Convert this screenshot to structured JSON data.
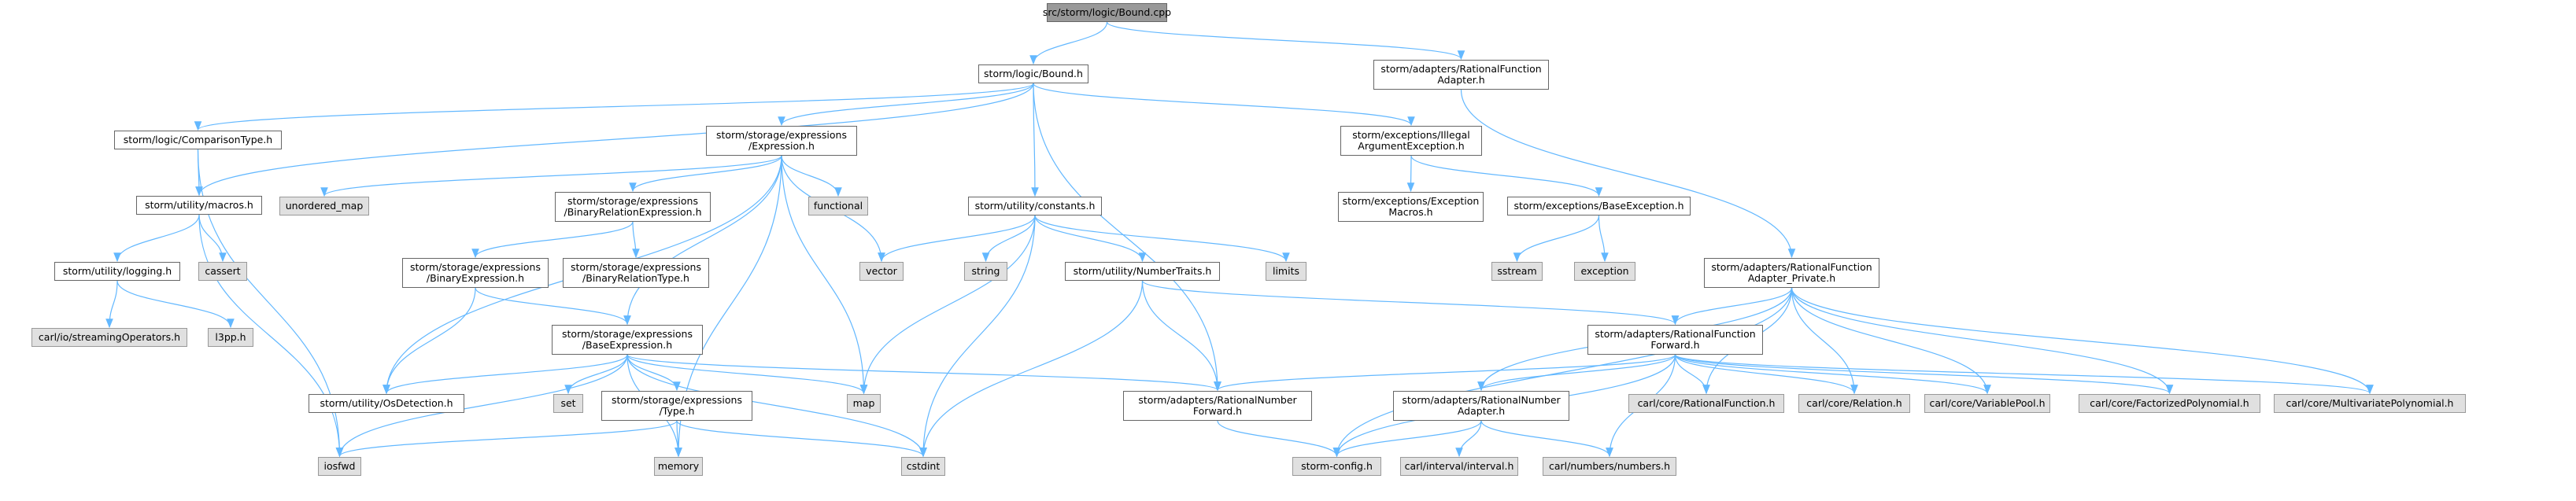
{
  "graph": {
    "edge_color": "#63b8ff",
    "colors": {
      "root": "#999999",
      "file": "#ffffff",
      "external": "#e0e0e0",
      "border": "#666666"
    },
    "nodes": {
      "bound_cpp": {
        "lines": [
          "src/storm/logic/Bound.cpp"
        ],
        "kind": "root"
      },
      "bound_h": {
        "lines": [
          "storm/logic/Bound.h"
        ],
        "kind": "file"
      },
      "rf_adapter": {
        "lines": [
          "storm/adapters/RationalFunction",
          "Adapter.h"
        ],
        "kind": "file"
      },
      "comparison_type": {
        "lines": [
          "storm/logic/ComparisonType.h"
        ],
        "kind": "file"
      },
      "expression": {
        "lines": [
          "storm/storage/expressions",
          "/Expression.h"
        ],
        "kind": "file"
      },
      "illegal_arg": {
        "lines": [
          "storm/exceptions/Illegal",
          "ArgumentException.h"
        ],
        "kind": "file"
      },
      "macros": {
        "lines": [
          "storm/utility/macros.h"
        ],
        "kind": "file"
      },
      "unordered_map": {
        "lines": [
          "unordered_map"
        ],
        "kind": "external"
      },
      "binrel_expr": {
        "lines": [
          "storm/storage/expressions",
          "/BinaryRelationExpression.h"
        ],
        "kind": "file"
      },
      "functional": {
        "lines": [
          "functional"
        ],
        "kind": "external"
      },
      "constants": {
        "lines": [
          "storm/utility/constants.h"
        ],
        "kind": "file"
      },
      "exception_macros": {
        "lines": [
          "storm/exceptions/Exception",
          "Macros.h"
        ],
        "kind": "file"
      },
      "base_exception": {
        "lines": [
          "storm/exceptions/BaseException.h"
        ],
        "kind": "file"
      },
      "logging": {
        "lines": [
          "storm/utility/logging.h"
        ],
        "kind": "file"
      },
      "cassert": {
        "lines": [
          "cassert"
        ],
        "kind": "external"
      },
      "bin_expr": {
        "lines": [
          "storm/storage/expressions",
          "/BinaryExpression.h"
        ],
        "kind": "file"
      },
      "binrel_type": {
        "lines": [
          "storm/storage/expressions",
          "/BinaryRelationType.h"
        ],
        "kind": "file"
      },
      "vector": {
        "lines": [
          "vector"
        ],
        "kind": "external"
      },
      "string": {
        "lines": [
          "string"
        ],
        "kind": "external"
      },
      "number_traits": {
        "lines": [
          "storm/utility/NumberTraits.h"
        ],
        "kind": "file"
      },
      "limits": {
        "lines": [
          "limits"
        ],
        "kind": "external"
      },
      "sstream": {
        "lines": [
          "sstream"
        ],
        "kind": "external"
      },
      "exception": {
        "lines": [
          "exception"
        ],
        "kind": "external"
      },
      "rf_adapter_private": {
        "lines": [
          "storm/adapters/RationalFunction",
          "Adapter_Private.h"
        ],
        "kind": "file"
      },
      "streaming_ops": {
        "lines": [
          "carl/io/streamingOperators.h"
        ],
        "kind": "external"
      },
      "l3pp": {
        "lines": [
          "l3pp.h"
        ],
        "kind": "external"
      },
      "base_expr": {
        "lines": [
          "storm/storage/expressions",
          "/BaseExpression.h"
        ],
        "kind": "file"
      },
      "rf_forward": {
        "lines": [
          "storm/adapters/RationalFunction",
          "Forward.h"
        ],
        "kind": "file"
      },
      "os_detection": {
        "lines": [
          "storm/utility/OsDetection.h"
        ],
        "kind": "file"
      },
      "set": {
        "lines": [
          "set"
        ],
        "kind": "external"
      },
      "type_h": {
        "lines": [
          "storm/storage/expressions",
          "/Type.h"
        ],
        "kind": "file"
      },
      "map": {
        "lines": [
          "map"
        ],
        "kind": "external"
      },
      "rn_forward": {
        "lines": [
          "storm/adapters/RationalNumber",
          "Forward.h"
        ],
        "kind": "file"
      },
      "rn_adapter": {
        "lines": [
          "storm/adapters/RationalNumber",
          "Adapter.h"
        ],
        "kind": "file"
      },
      "carl_rf": {
        "lines": [
          "carl/core/RationalFunction.h"
        ],
        "kind": "external"
      },
      "carl_relation": {
        "lines": [
          "carl/core/Relation.h"
        ],
        "kind": "external"
      },
      "carl_varpool": {
        "lines": [
          "carl/core/VariablePool.h"
        ],
        "kind": "external"
      },
      "carl_factpoly": {
        "lines": [
          "carl/core/FactorizedPolynomial.h"
        ],
        "kind": "external"
      },
      "carl_multipoly": {
        "lines": [
          "carl/core/MultivariatePolynomial.h"
        ],
        "kind": "external"
      },
      "iosfwd": {
        "lines": [
          "iosfwd"
        ],
        "kind": "external"
      },
      "memory": {
        "lines": [
          "memory"
        ],
        "kind": "external"
      },
      "cstdint": {
        "lines": [
          "cstdint"
        ],
        "kind": "external"
      },
      "storm_config": {
        "lines": [
          "storm-config.h"
        ],
        "kind": "external"
      },
      "carl_interval": {
        "lines": [
          "carl/interval/interval.h"
        ],
        "kind": "external"
      },
      "carl_numbers": {
        "lines": [
          "carl/numbers/numbers.h"
        ],
        "kind": "external"
      }
    },
    "edges": [
      [
        "bound_cpp",
        "bound_h"
      ],
      [
        "bound_cpp",
        "rf_adapter"
      ],
      [
        "bound_h",
        "comparison_type"
      ],
      [
        "bound_h",
        "expression"
      ],
      [
        "bound_h",
        "macros"
      ],
      [
        "bound_h",
        "constants"
      ],
      [
        "bound_h",
        "illegal_arg"
      ],
      [
        "bound_h",
        "rn_forward"
      ],
      [
        "rf_adapter",
        "rf_adapter_private"
      ],
      [
        "comparison_type",
        "macros"
      ],
      [
        "comparison_type",
        "iosfwd"
      ],
      [
        "expression",
        "unordered_map"
      ],
      [
        "expression",
        "binrel_expr"
      ],
      [
        "expression",
        "functional"
      ],
      [
        "expression",
        "vector"
      ],
      [
        "expression",
        "map"
      ],
      [
        "expression",
        "os_detection"
      ],
      [
        "expression",
        "memory"
      ],
      [
        "expression",
        "base_expr"
      ],
      [
        "illegal_arg",
        "exception_macros"
      ],
      [
        "illegal_arg",
        "base_exception"
      ],
      [
        "macros",
        "logging"
      ],
      [
        "macros",
        "cassert"
      ],
      [
        "macros",
        "iosfwd"
      ],
      [
        "binrel_expr",
        "bin_expr"
      ],
      [
        "binrel_expr",
        "binrel_type"
      ],
      [
        "constants",
        "vector"
      ],
      [
        "constants",
        "string"
      ],
      [
        "constants",
        "number_traits"
      ],
      [
        "constants",
        "limits"
      ],
      [
        "constants",
        "map"
      ],
      [
        "constants",
        "cstdint"
      ],
      [
        "base_exception",
        "sstream"
      ],
      [
        "base_exception",
        "exception"
      ],
      [
        "logging",
        "streaming_ops"
      ],
      [
        "logging",
        "l3pp"
      ],
      [
        "bin_expr",
        "base_expr"
      ],
      [
        "bin_expr",
        "os_detection"
      ],
      [
        "number_traits",
        "rf_forward"
      ],
      [
        "number_traits",
        "rn_forward"
      ],
      [
        "number_traits",
        "cstdint"
      ],
      [
        "rf_adapter_private",
        "rf_forward"
      ],
      [
        "rf_adapter_private",
        "rn_adapter"
      ],
      [
        "rf_adapter_private",
        "storm_config"
      ],
      [
        "rf_adapter_private",
        "carl_rf"
      ],
      [
        "rf_adapter_private",
        "carl_relation"
      ],
      [
        "rf_adapter_private",
        "carl_varpool"
      ],
      [
        "rf_adapter_private",
        "carl_factpoly"
      ],
      [
        "rf_adapter_private",
        "carl_multipoly"
      ],
      [
        "base_expr",
        "os_detection"
      ],
      [
        "base_expr",
        "set"
      ],
      [
        "base_expr",
        "type_h"
      ],
      [
        "base_expr",
        "map"
      ],
      [
        "base_expr",
        "rn_forward"
      ],
      [
        "base_expr",
        "iosfwd"
      ],
      [
        "base_expr",
        "memory"
      ],
      [
        "base_expr",
        "cstdint"
      ],
      [
        "type_h",
        "iosfwd"
      ],
      [
        "type_h",
        "memory"
      ],
      [
        "type_h",
        "cstdint"
      ],
      [
        "rf_forward",
        "rn_forward"
      ],
      [
        "rf_forward",
        "rn_adapter"
      ],
      [
        "rf_forward",
        "storm_config"
      ],
      [
        "rf_forward",
        "carl_numbers"
      ],
      [
        "rf_forward",
        "carl_rf"
      ],
      [
        "rf_forward",
        "carl_relation"
      ],
      [
        "rf_forward",
        "carl_varpool"
      ],
      [
        "rf_forward",
        "carl_factpoly"
      ],
      [
        "rf_forward",
        "carl_multipoly"
      ],
      [
        "rn_forward",
        "storm_config"
      ],
      [
        "rn_adapter",
        "storm_config"
      ],
      [
        "rn_adapter",
        "carl_interval"
      ],
      [
        "rn_adapter",
        "carl_numbers"
      ]
    ]
  }
}
